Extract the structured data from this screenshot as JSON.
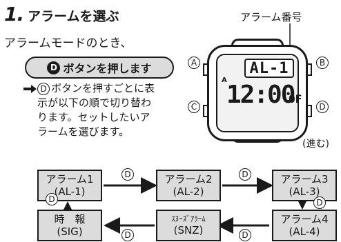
{
  "step": {
    "number": "1.",
    "title": "アラームを選ぶ"
  },
  "intro": "アラームモードのとき、",
  "instruction": {
    "button_letter": "D",
    "label": "ボタンを押します"
  },
  "note": {
    "button_letter": "D",
    "lines": [
      "ボタンを押すごとに表",
      "示が以下の順で切り替わ",
      "ります。セットしたいア",
      "ラームを選びます。"
    ]
  },
  "watch": {
    "callout_label": "アラーム番号",
    "top_display": "AL-1",
    "a_mark": "A",
    "time_display": "12:00",
    "suffix": "OF",
    "buttons": {
      "a": "A",
      "b": "B",
      "c": "C",
      "d": "D"
    },
    "advance_label": "(進む)"
  },
  "flow": {
    "button_letter": "D",
    "boxes": {
      "al1": {
        "line1": "アラーム1",
        "line2": "(AL-1)"
      },
      "al2": {
        "line1": "アラーム2",
        "line2": "(AL-2)"
      },
      "al3": {
        "line1": "アラーム3",
        "line2": "(AL-3)"
      },
      "al4": {
        "line1": "アラーム4",
        "line2": "(AL-4)"
      },
      "snz": {
        "line1": "ｽﾇｰｽﾞｱﾗｰﾑ",
        "line2": "(SNZ)"
      },
      "sig": {
        "line1": "時　報",
        "line2": "(SIG)"
      }
    }
  },
  "colors": {
    "box_fill": "#dcdcdc",
    "ink": "#1a1a1a",
    "screen": "#f2f2f2"
  },
  "icons": {
    "note_arrow": "arrow-right-icon",
    "button_badge": "circled-letter-icon"
  }
}
